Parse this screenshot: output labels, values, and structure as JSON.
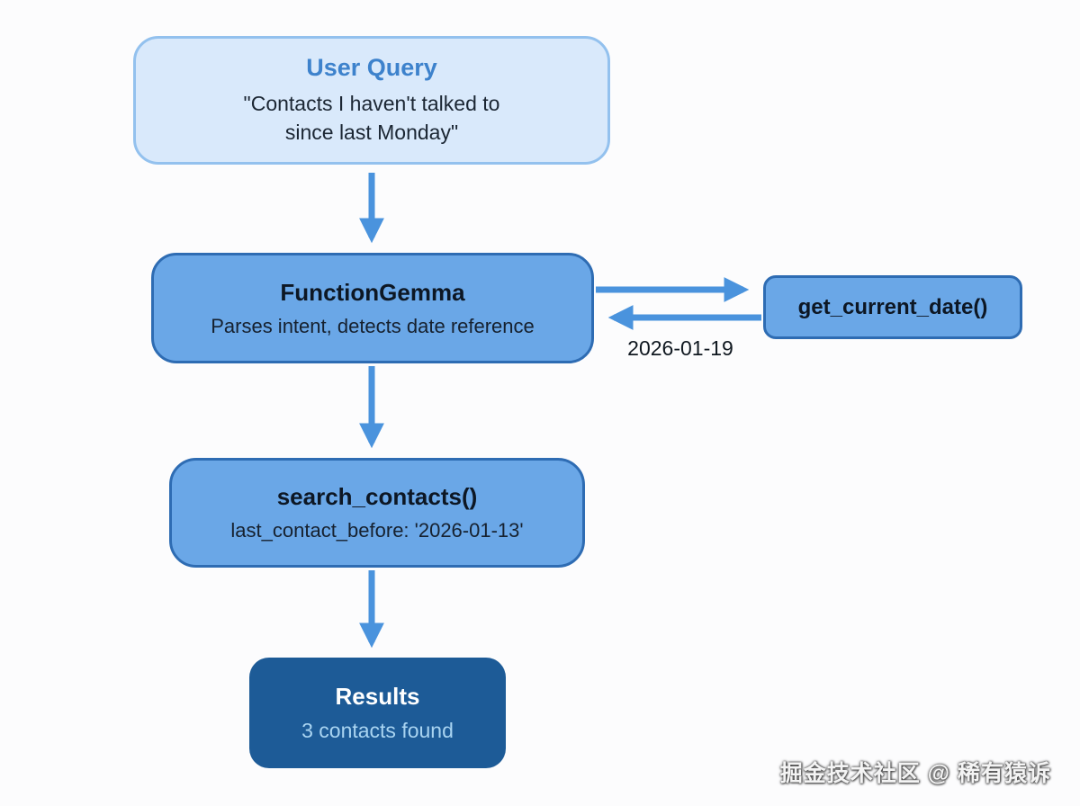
{
  "colors": {
    "background": "#fcfcfd",
    "arrow": "#4a93dd",
    "node_light_fill": "#d9e9fb",
    "node_light_border": "#93c1ee",
    "node_mid_fill": "#6aa7e7",
    "node_mid_border": "#2e6cb3",
    "node_dark_fill": "#1d5b97",
    "title_blue": "#3d82cc",
    "text_dark": "#0d1724",
    "results_subtitle": "#a9d4f1"
  },
  "nodes": {
    "user_query": {
      "title": "User Query",
      "body_line1": "\"Contacts I haven't talked to",
      "body_line2": "since last Monday\""
    },
    "function_gemma": {
      "title": "FunctionGemma",
      "subtitle": "Parses intent, detects date reference"
    },
    "get_current_date": {
      "label": "get_current_date()"
    },
    "date_return": {
      "label": "2026-01-19"
    },
    "search_contacts": {
      "title": "search_contacts()",
      "subtitle": "last_contact_before: '2026-01-13'"
    },
    "results": {
      "title": "Results",
      "subtitle": "3 contacts found"
    }
  },
  "watermark": "掘金技术社区 @ 稀有猿诉"
}
